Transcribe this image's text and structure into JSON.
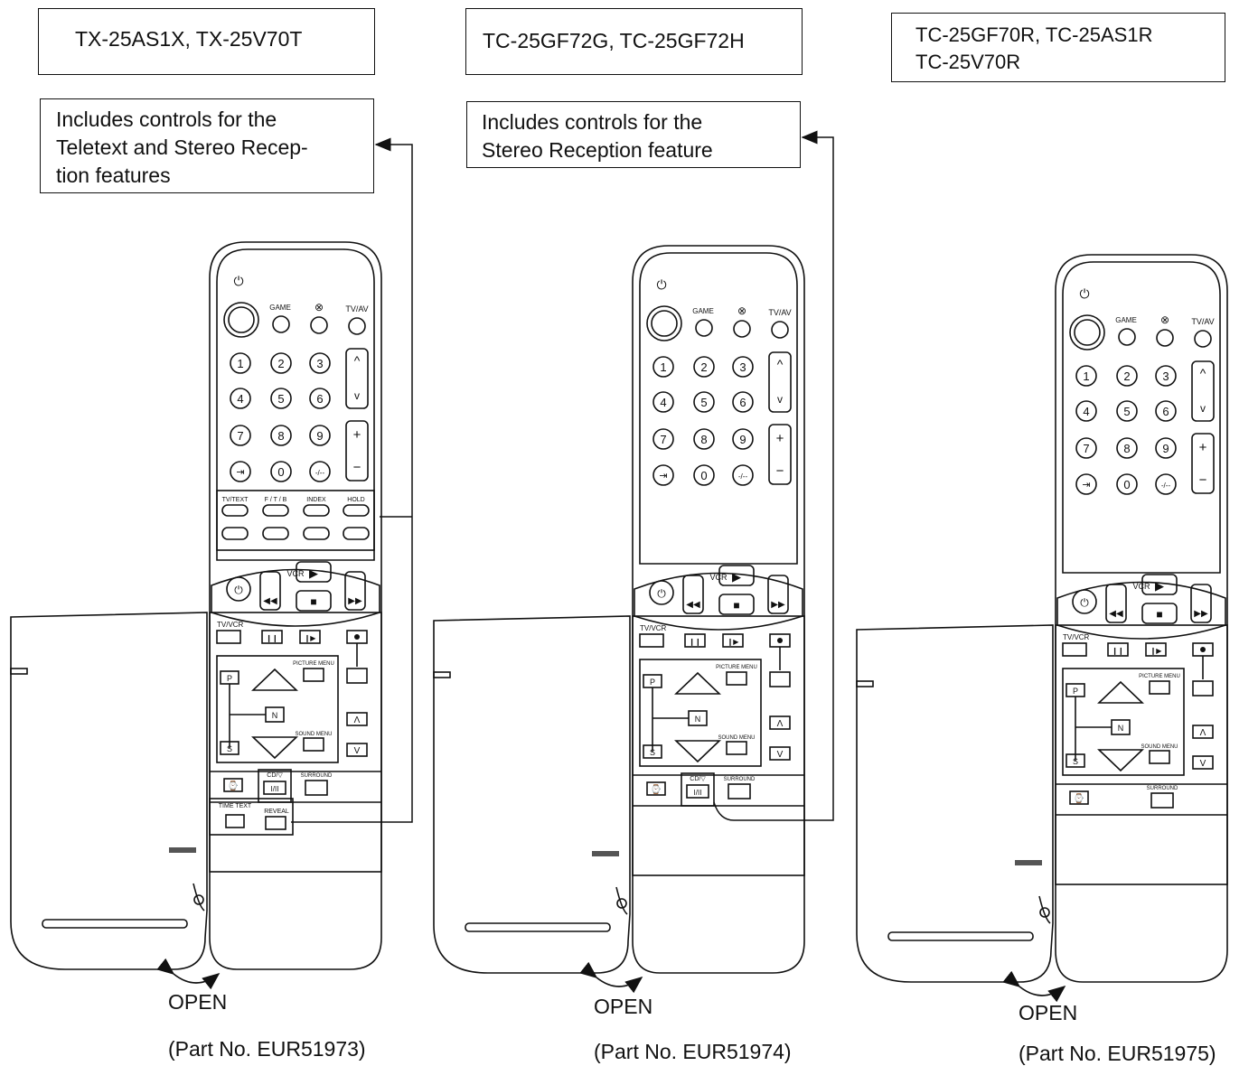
{
  "remotes": [
    {
      "models": [
        "TX-25AS1X, TX-25V70T"
      ],
      "callout": [
        "Includes controls for the",
        "Teletext and Stereo Recep-",
        "tion features"
      ],
      "open_label": "OPEN",
      "part_no": "(Part No. EUR51973)",
      "teletext_panel": true,
      "stereo_panel": true
    },
    {
      "models": [
        "TC-25GF72G, TC-25GF72H"
      ],
      "callout": [
        "Includes controls for the",
        "Stereo Reception feature"
      ],
      "open_label": "OPEN",
      "part_no": "(Part No. EUR51974)",
      "teletext_panel": false,
      "stereo_panel": true
    },
    {
      "models": [
        "TC-25GF70R, TC-25AS1R",
        "TC-25V70R"
      ],
      "callout": [],
      "open_label": "OPEN",
      "part_no": "(Part No. EUR51975)",
      "teletext_panel": false,
      "stereo_panel": false
    }
  ],
  "button_labels": {
    "game": "GAME",
    "tv_av": "TV/AV",
    "vcr": "VCR",
    "tv_vcr": "TV/VCR",
    "picture_menu": "PICTURE MENU",
    "sound_menu": "SOUND MENU",
    "surround": "SURROUND",
    "p": "P",
    "n": "N",
    "s": "S",
    "cd_v": "CD/▽",
    "i_ii": "I/II",
    "tv_text": "TV/TEXT",
    "f_t_b": "F / T / B",
    "index": "INDEX",
    "hold": "HOLD",
    "time_text": "TIME TEXT",
    "reveal": "REVEAL",
    "digits": [
      "1",
      "2",
      "3",
      "4",
      "5",
      "6",
      "7",
      "8",
      "9",
      "0",
      "-/--"
    ],
    "up": "^",
    "down": "v",
    "plus": "+",
    "minus": "−"
  }
}
